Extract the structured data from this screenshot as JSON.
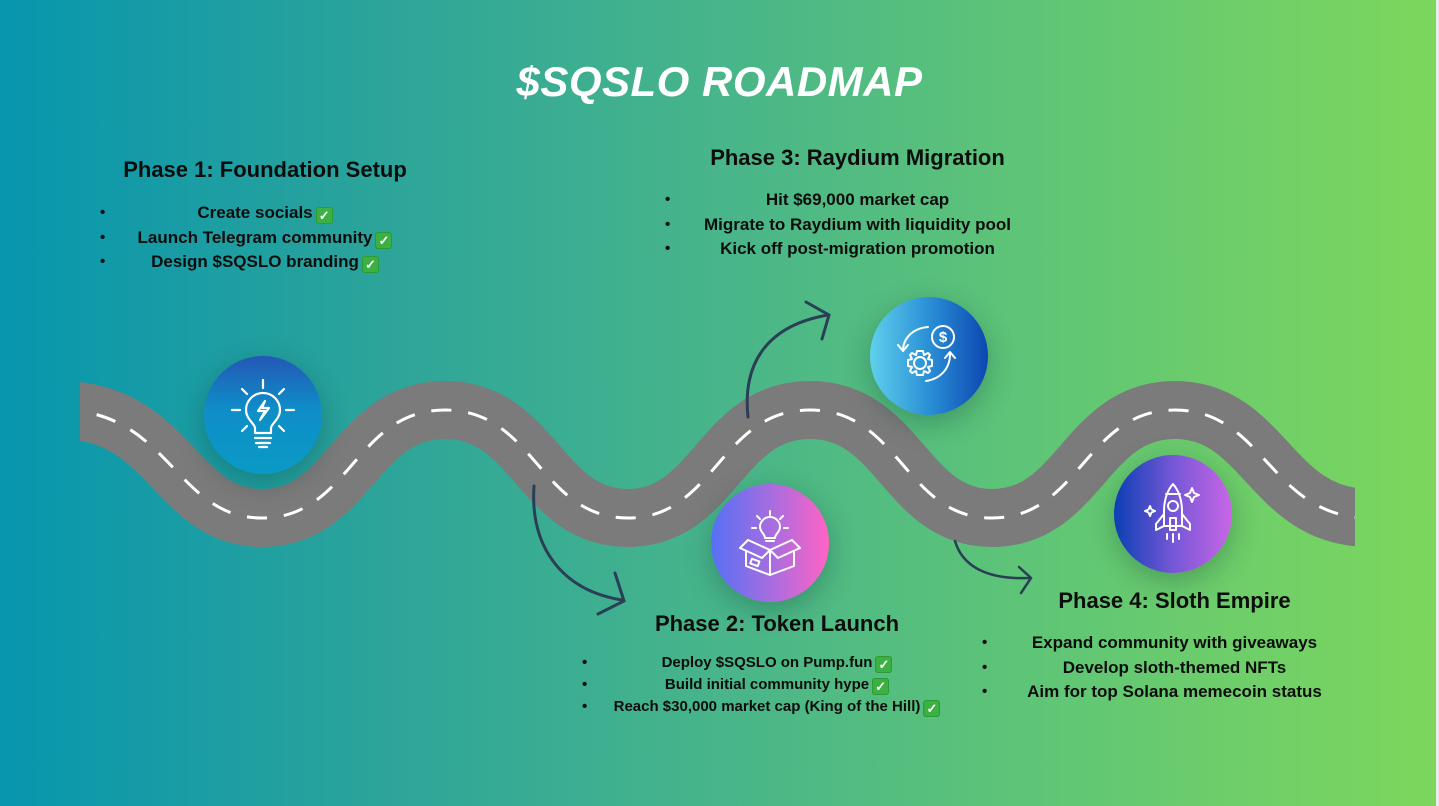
{
  "title": "$SQSLO ROADMAP",
  "colors": {
    "background_start": "#0796ae",
    "background_end": "#7dd75c",
    "road": "#7b7b7b",
    "road_marking": "#ffffff",
    "arrow": "#2a3f55",
    "text": "#0d0d0d",
    "title": "#ffffff",
    "checkmark": "#3cb043"
  },
  "phases": [
    {
      "heading": "Phase 1: Foundation Setup",
      "icon": "lightbulb-bolt-icon",
      "items": [
        {
          "text": "Create socials",
          "done": true
        },
        {
          "text": "Launch Telegram community",
          "done": true
        },
        {
          "text": "Design $SQSLO branding",
          "done": true
        }
      ]
    },
    {
      "heading": "Phase 2: Token Launch",
      "icon": "box-lightbulb-icon",
      "items": [
        {
          "text": "Deploy $SQSLO on Pump.fun",
          "done": true
        },
        {
          "text": "Build initial community hype",
          "done": true
        },
        {
          "text": "Reach $30,000 market cap (King of the Hill)",
          "done": true
        }
      ]
    },
    {
      "heading": "Phase 3: Raydium Migration",
      "icon": "dollar-gear-cycle-icon",
      "items": [
        {
          "text": "Hit $69,000 market cap",
          "done": false
        },
        {
          "text": "Migrate to Raydium with liquidity pool",
          "done": false
        },
        {
          "text": "Kick off post-migration promotion",
          "done": false
        }
      ]
    },
    {
      "heading": "Phase 4: Sloth Empire",
      "icon": "rocket-icon",
      "items": [
        {
          "text": "Expand community with giveaways",
          "done": false
        },
        {
          "text": "Develop sloth-themed NFTs",
          "done": false
        },
        {
          "text": "Aim for top Solana memecoin status",
          "done": false
        }
      ]
    }
  ],
  "check_glyph": "✓"
}
